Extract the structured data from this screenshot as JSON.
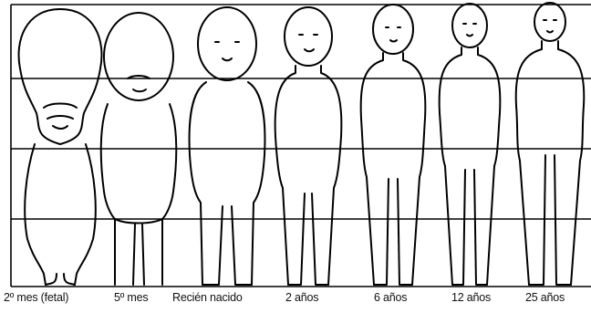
{
  "figure": {
    "stages": [
      {
        "label": "2º mes (fetal)"
      },
      {
        "label": "5º mes"
      },
      {
        "label": "Recién nacido"
      },
      {
        "label": "2 años"
      },
      {
        "label": "6 años"
      },
      {
        "label": "12 años"
      },
      {
        "label": "25 años"
      }
    ],
    "line_color": "#000000",
    "background": "#ffffff"
  }
}
